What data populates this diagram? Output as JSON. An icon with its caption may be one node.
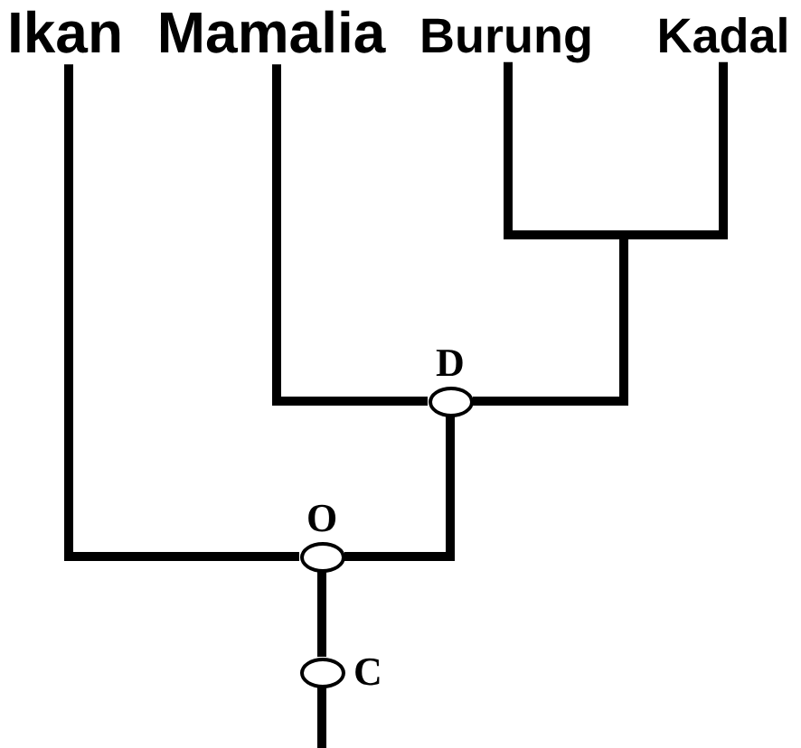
{
  "diagram": {
    "nodes": [
      {
        "text": [
          "Ikan"
        ]
      },
      {
        "text": [
          "Mamalia"
        ]
      },
      {
        "text": [
          "Burung"
        ]
      },
      {
        "text": [
          "Kadal"
        ]
      },
      {
        "text": [],
        "shape": "circle",
        "beside": [
          "D"
        ]
      },
      {
        "text": [],
        "shape": "circle",
        "beside": [
          "O"
        ]
      },
      {
        "text": [],
        "shape": "circle",
        "beside": [
          "C"
        ]
      }
    ],
    "edges": [
      {
        "from": 4,
        "to": 1,
        "arrow": "none"
      },
      {
        "from": 4,
        "to": 2,
        "arrow": "none"
      },
      {
        "from": 4,
        "to": 3,
        "arrow": "none"
      },
      {
        "from": 5,
        "to": 0,
        "arrow": "none"
      },
      {
        "from": 5,
        "to": 4,
        "arrow": "none"
      },
      {
        "from": 6,
        "to": 5,
        "arrow": "none"
      },
      {
        "from": 6,
        "to": null,
        "arrow": "none"
      }
    ]
  }
}
